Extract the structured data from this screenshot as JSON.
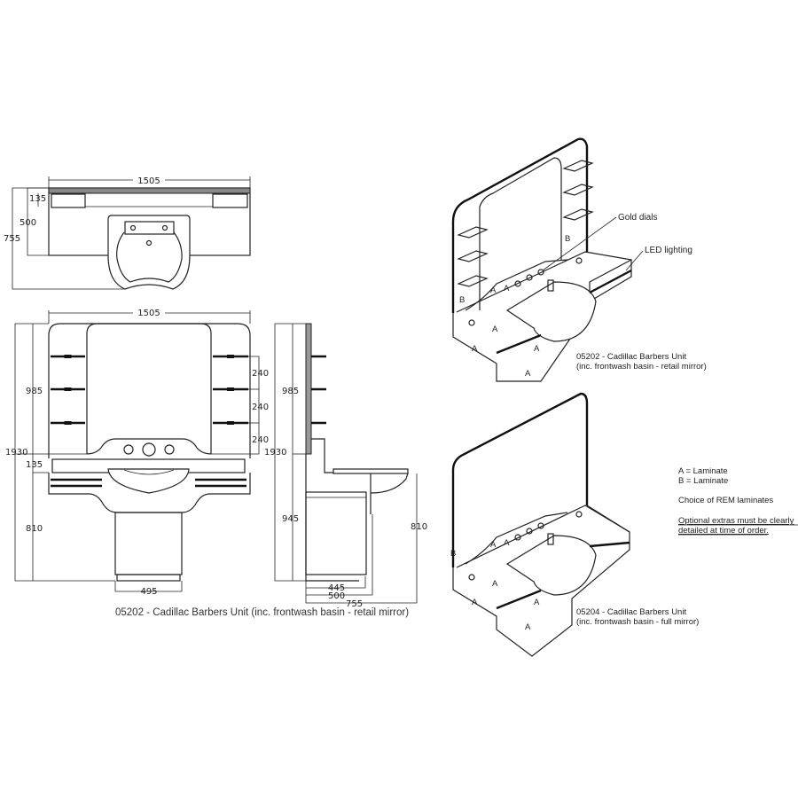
{
  "plan_view": {
    "width": "1505",
    "depth_top": "135",
    "depth_unit": "500",
    "depth_total": "755"
  },
  "front_view": {
    "width": "1505",
    "height_total": "1930",
    "mirror_height": "985",
    "shelf_spacing": [
      "240",
      "240",
      "240"
    ],
    "counter": "135",
    "base_height": "810",
    "pedestal_width": "495"
  },
  "side_view": {
    "height_total": "1930",
    "mirror_height": "985",
    "cabinet_height": "945",
    "right_height": "810",
    "depths": [
      "445",
      "500",
      "755"
    ]
  },
  "caption_main": "05202 - Cadillac Barbers Unit (inc. frontwash basin - retail mirror)",
  "iso_top": {
    "callout_dials": "Gold dials",
    "callout_led": "LED lighting",
    "caption_line1": "05202 - Cadillac Barbers Unit",
    "caption_line2": "(inc. frontwash basin - retail mirror)",
    "label_a": "A",
    "label_b": "B"
  },
  "iso_bottom": {
    "caption_line1": "05204 - Cadillac Barbers Unit",
    "caption_line2": "(inc. frontwash basin - full mirror)",
    "label_a": "A",
    "label_b": "B"
  },
  "legend": {
    "a": "A = Laminate",
    "b": "B = Laminate",
    "choice": "Choice of REM laminates",
    "note_line1": "Optional extras must be clearly",
    "note_line2": "detailed at time of order."
  }
}
